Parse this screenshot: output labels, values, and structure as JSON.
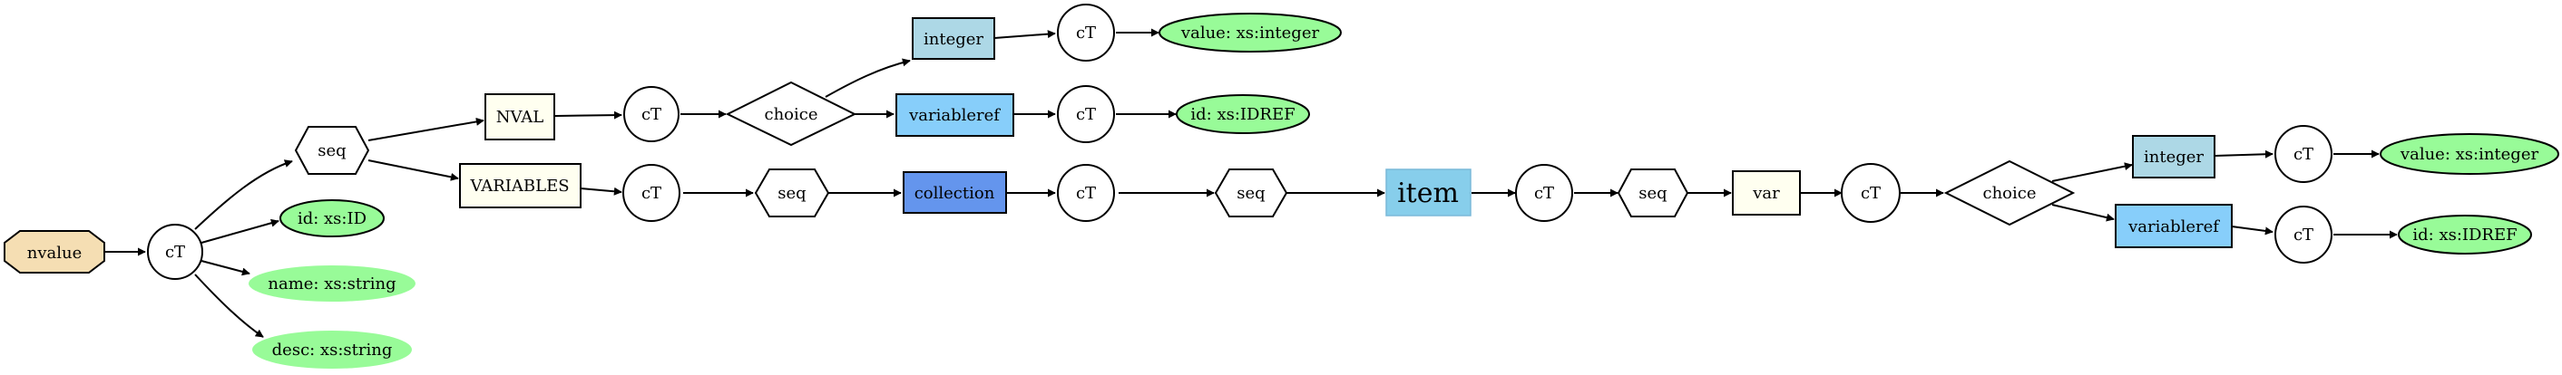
{
  "colors": {
    "root_fill": "#f5deb3",
    "attr_fill": "#98fb98",
    "element_fill": "#fffff0",
    "integer_fill": "#add8e6",
    "variableref_fill": "#87cefa",
    "collection_fill": "#6495ed",
    "item_fill": "#87ceeb",
    "stroke": "#000000"
  },
  "nodes": {
    "nvalue": "nvalue",
    "ct_root": "cT",
    "seq_root": "seq",
    "attr_id": "id: xs:ID",
    "attr_name": "name: xs:string",
    "attr_desc": "desc: xs:string",
    "nval": "NVAL",
    "ct_nval": "cT",
    "choice_nval": "choice",
    "integer_1": "integer",
    "ct_integer_1": "cT",
    "value_1": "value: xs:integer",
    "variableref_1": "variableref",
    "ct_variableref_1": "cT",
    "idref_1": "id: xs:IDREF",
    "variables": "VARIABLES",
    "ct_variables": "cT",
    "seq_variables": "seq",
    "collection": "collection",
    "ct_collection": "cT",
    "seq_collection": "seq",
    "item": "item",
    "ct_item": "cT",
    "seq_item": "seq",
    "var": "var",
    "ct_var": "cT",
    "choice_var": "choice",
    "integer_2": "integer",
    "ct_integer_2": "cT",
    "value_2": "value: xs:integer",
    "variableref_2": "variableref",
    "ct_variableref_2": "cT",
    "idref_2": "id: xs:IDREF"
  }
}
